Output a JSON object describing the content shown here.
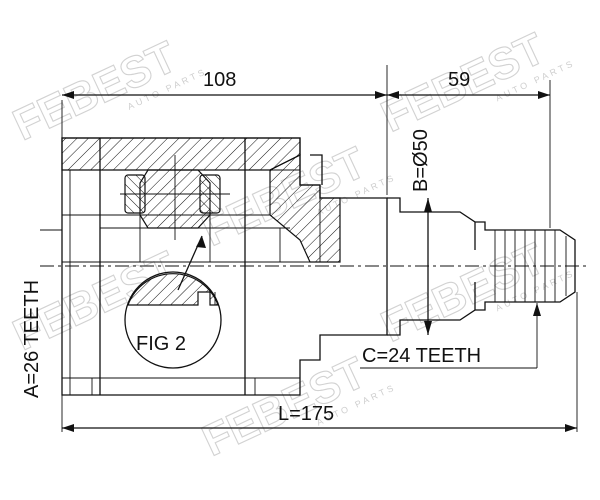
{
  "labels": {
    "length_top_left": "108",
    "length_top_right": "59",
    "diameter": "B=Ø50",
    "teeth_a": "A=26 TEETH",
    "teeth_c": "C=24 TEETH",
    "total_length": "L=175",
    "figure": "FIG 2"
  },
  "watermark": {
    "brand": "FEBEST",
    "sub": "AUTO PARTS"
  },
  "colors": {
    "line": "#111111",
    "watermark": "#d2d2d2"
  }
}
